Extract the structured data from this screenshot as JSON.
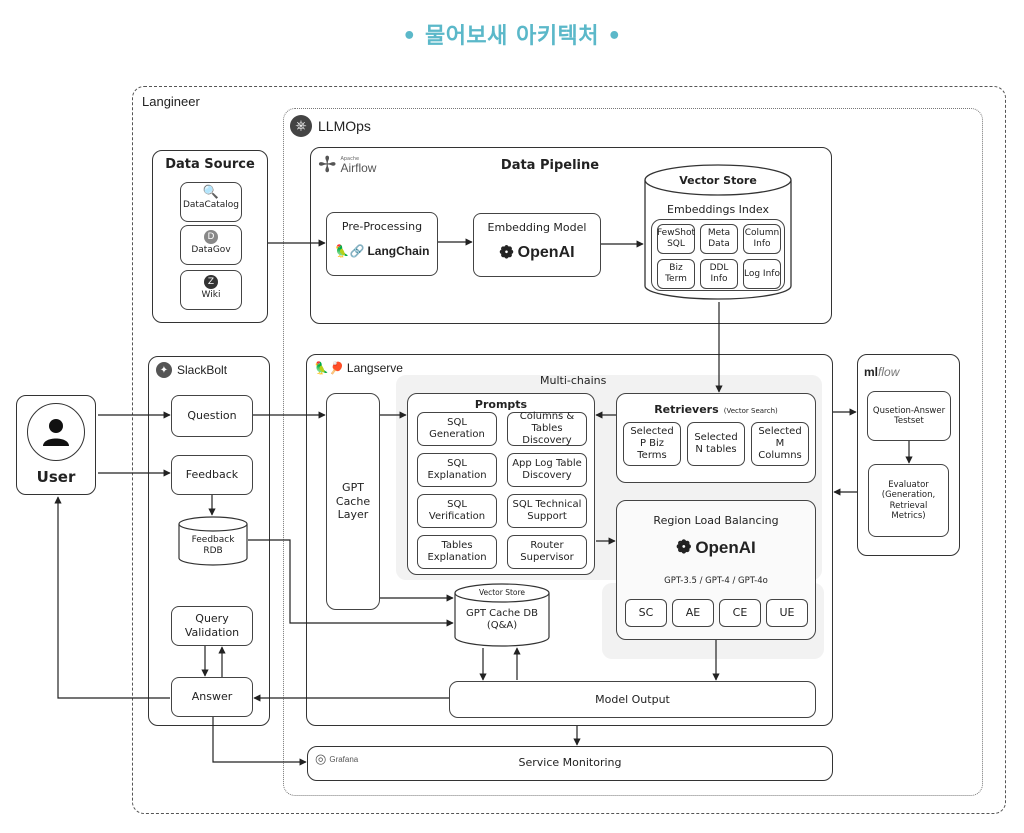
{
  "title": "• 물어보새 아키텍처 •",
  "colors": {
    "title": "#5bb8c9",
    "line": "#333333"
  },
  "langineer": {
    "label": "Langineer"
  },
  "llmops": {
    "label": "LLMOps",
    "icon": "kubernetes-icon"
  },
  "data_source": {
    "title": "Data Source",
    "items": [
      {
        "label": "DataCatalog",
        "icon": "datacatalog-icon"
      },
      {
        "label": "DataGov",
        "icon": "datagov-icon"
      },
      {
        "label": "Wiki",
        "icon": "wiki-icon"
      }
    ]
  },
  "data_pipeline": {
    "title": "Data Pipeline",
    "airflow_small": "Apache",
    "airflow": "Airflow",
    "preprocessing": {
      "title": "Pre-Processing",
      "brand": "LangChain"
    },
    "embedding": {
      "title": "Embedding Model",
      "brand": "OpenAI"
    },
    "vector_store": {
      "title": "Vector Store",
      "index_title": "Embeddings Index",
      "items": [
        "FewShot SQL",
        "Meta Data",
        "Column Info",
        "Biz Term",
        "DDL Info",
        "Log Info"
      ]
    }
  },
  "slackbolt": {
    "title": "SlackBolt",
    "question": "Question",
    "feedback": "Feedback",
    "feedback_rdb": "Feedback RDB",
    "query_validation": "Query Validation",
    "answer": "Answer"
  },
  "user": {
    "label": "User"
  },
  "langserve": {
    "title": "Langserve",
    "gpt_cache_layer": "GPT Cache Layer",
    "multichains": "Multi-chains",
    "prompts": {
      "title": "Prompts",
      "items": [
        "SQL Generation",
        "Columns & Tables Discovery",
        "SQL Explanation",
        "App Log Table Discovery",
        "SQL Verification",
        "SQL Technical Support",
        "Tables Explanation",
        "Router Supervisor"
      ]
    },
    "retrievers": {
      "title": "Retrievers",
      "subtitle": "(Vector Search)",
      "items": [
        "Selected P Biz Terms",
        "Selected N tables",
        "Selected M Columns"
      ]
    },
    "region_lb": {
      "title": "Region Load Balancing",
      "brand": "OpenAI",
      "models": "GPT-3.5 / GPT-4 / GPT-4o",
      "regions": [
        "SC",
        "AE",
        "CE",
        "UE"
      ]
    },
    "gpt_cache_db": {
      "top": "Vector Store",
      "label": "GPT Cache DB (Q&A)"
    },
    "model_output": "Model Output"
  },
  "mlflow": {
    "title_a": "ml",
    "title_b": "flow",
    "testset": "Qusetion-Answer Testset",
    "evaluator": "Evaluator (Generation, Retrieval Metrics)"
  },
  "monitoring": {
    "brand": "Grafana",
    "label": "Service Monitoring"
  }
}
